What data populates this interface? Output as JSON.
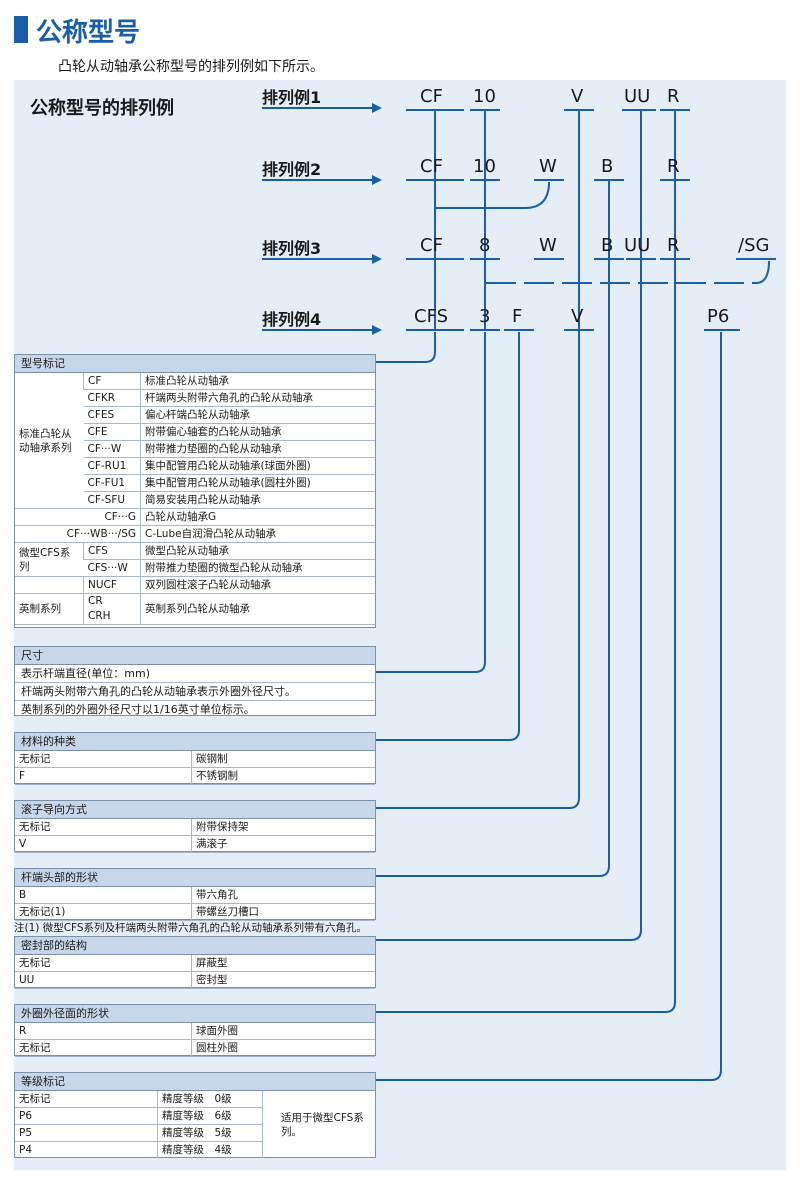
{
  "header": {
    "title": "公称型号",
    "intro": "凸轮从动轴承公称型号的排列例如下所示。"
  },
  "panel_title": "公称型号的排列例",
  "examples": [
    {
      "label": "排列例1",
      "codes": [
        "CF",
        "10",
        "V",
        "UU",
        "R"
      ]
    },
    {
      "label": "排列例2",
      "codes": [
        "CF",
        "10",
        "W",
        "B",
        "R"
      ]
    },
    {
      "label": "排列例3",
      "codes": [
        "CF",
        "8",
        "W",
        "B",
        "UU",
        "R",
        "/SG"
      ]
    },
    {
      "label": "排列例4",
      "codes": [
        "CFS",
        "3",
        "F",
        "V",
        "P6"
      ]
    }
  ],
  "model_table": {
    "title": "型号标记",
    "group1_label": "标准凸轮从动轴承系列",
    "group1": [
      {
        "code": "CF",
        "desc": "标准凸轮从动轴承"
      },
      {
        "code": "CFKR",
        "desc": "杆端两头附带六角孔的凸轮从动轴承"
      },
      {
        "code": "CFES",
        "desc": "偏心杆端凸轮从动轴承"
      },
      {
        "code": "CFE",
        "desc": "附带偏心轴套的凸轮从动轴承"
      },
      {
        "code": "CF···W",
        "desc": "附带推力垫圈的凸轮从动轴承"
      },
      {
        "code": "CF-RU1",
        "desc": "集中配管用凸轮从动轴承(球面外圈)"
      },
      {
        "code": "CF-FU1",
        "desc": "集中配管用凸轮从动轴承(圆柱外圈)"
      },
      {
        "code": "CF-SFU",
        "desc": "简易安装用凸轮从动轴承"
      }
    ],
    "row_g": {
      "code": "CF···G",
      "desc": "凸轮从动轴承G"
    },
    "row_sg": {
      "code": "CF···WB···/SG",
      "desc": "C-Lube自润滑凸轮从动轴承"
    },
    "group2_label": "微型CFS系列",
    "group2": [
      {
        "code": "CFS",
        "desc": "微型凸轮从动轴承"
      },
      {
        "code": "CFS···W",
        "desc": "附带推力垫圈的微型凸轮从动轴承"
      }
    ],
    "row_nucf": {
      "code": "NUCF",
      "desc": "双列圆柱滚子凸轮从动轴承"
    },
    "group3_label": "英制系列",
    "group3_code1": "CR",
    "group3_code2": "CRH",
    "group3_desc": "英制系列凸轮从动轴承"
  },
  "size_box": {
    "title": "尺寸",
    "lines": [
      "表示杆端直径(单位：mm)",
      "杆端两头附带六角孔的凸轮从动轴承表示外圈外径尺寸。",
      "英制系列的外圈外径尺寸以1/16英寸单位标示。"
    ]
  },
  "material_box": {
    "title": "材料的种类",
    "rows": [
      [
        "无标记",
        "碳钢制"
      ],
      [
        "F",
        "不锈钢制"
      ]
    ]
  },
  "roller_box": {
    "title": "滚子导向方式",
    "rows": [
      [
        "无标记",
        "附带保持架"
      ],
      [
        "V",
        "满滚子"
      ]
    ]
  },
  "stud_box": {
    "title": "杆端头部的形状",
    "rows": [
      [
        "B",
        "带六角孔"
      ],
      [
        "无标记(1)",
        "带螺丝刀槽口"
      ]
    ]
  },
  "note": "注(1)  微型CFS系列及杆端两头附带六角孔的凸轮从动轴承系列带有六角孔。",
  "seal_box": {
    "title": "密封部的结构",
    "rows": [
      [
        "无标记",
        "屏蔽型"
      ],
      [
        "UU",
        "密封型"
      ]
    ]
  },
  "outer_box": {
    "title": "外圈外径面的形状",
    "rows": [
      [
        "R",
        "球面外圈"
      ],
      [
        "无标记",
        "圆柱外圈"
      ]
    ]
  },
  "grade_box": {
    "title": "等级标记",
    "rows": [
      [
        "无标记",
        "精度等级　0级"
      ],
      [
        "P6",
        "精度等级　6级"
      ],
      [
        "P5",
        "精度等级　5级"
      ],
      [
        "P4",
        "精度等级　4级"
      ]
    ],
    "side_note": "适用于微型CFS系列。"
  },
  "colors": {
    "accent": "#1b5ea8",
    "panel": "#e5edf7",
    "box_head": "#c8d6ea"
  }
}
